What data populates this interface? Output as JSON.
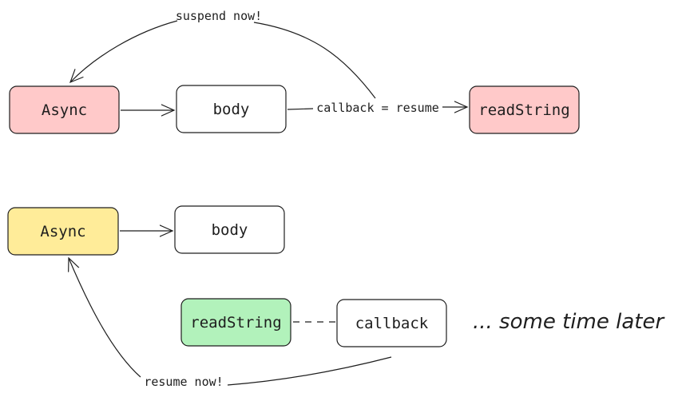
{
  "colors": {
    "stroke": "#1e1e1e",
    "red_fill": "#ffc9c9",
    "yellow_fill": "#ffec99",
    "green_fill": "#b2f2bb",
    "white_fill": "#ffffff"
  },
  "top_row": {
    "async": "Async",
    "body": "body",
    "read_string": "readString",
    "edge_callback": "callback = resume",
    "edge_suspend": "suspend now!"
  },
  "bottom_row": {
    "async": "Async",
    "body": "body",
    "read_string": "readString",
    "callback": "callback",
    "edge_resume": "resume now!",
    "note": "... some time later"
  }
}
